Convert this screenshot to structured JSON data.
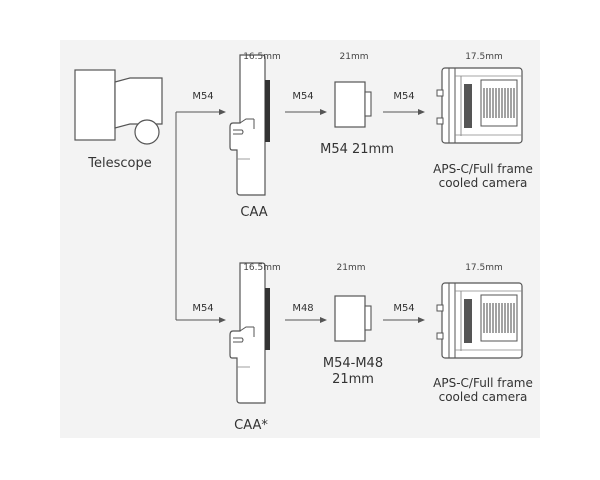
{
  "telescope": {
    "label": "Telescope"
  },
  "rows": [
    {
      "adapter_width": "16.5mm",
      "adapter_label": "CAA",
      "connector_in": "M54",
      "connector_mid": "M54",
      "spacer_width": "21mm",
      "spacer_label_lines": [
        "M54 21mm"
      ],
      "connector_out": "M54",
      "camera_width": "17.5mm",
      "camera_label_lines": [
        "APS-C/Full frame",
        "cooled camera"
      ]
    },
    {
      "adapter_width": "16.5mm",
      "adapter_label": "CAA*",
      "connector_in": "M54",
      "connector_mid": "M48",
      "spacer_width": "21mm",
      "spacer_label_lines": [
        "M54-M48",
        "21mm"
      ],
      "connector_out": "M54",
      "camera_width": "17.5mm",
      "camera_label_lines": [
        "APS-C/Full frame",
        "cooled camera"
      ]
    }
  ],
  "colors": {
    "line": "#555555",
    "panel": "#f3f3f3"
  }
}
